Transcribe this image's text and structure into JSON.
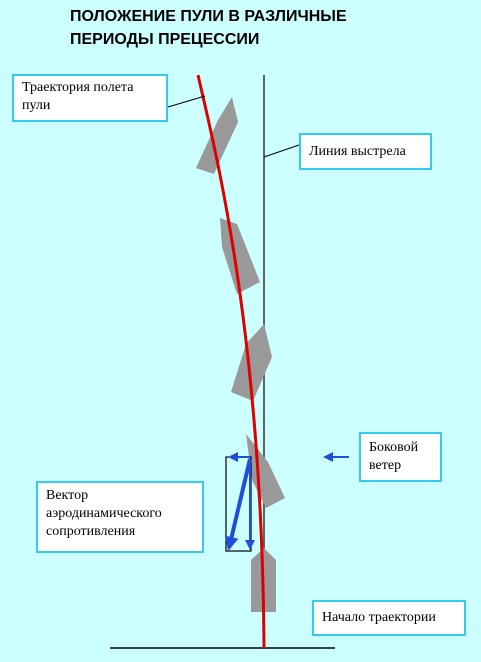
{
  "title": {
    "line1": "ПОЛОЖЕНИЕ ПУЛИ В РАЗЛИЧНЫЕ",
    "line2": "ПЕРИОДЫ ПРЕЦЕССИИ"
  },
  "labels": {
    "trajectory": {
      "line1": "Траектория полета",
      "line2": "пули"
    },
    "line_of_fire": {
      "line1": "Линия выстрела"
    },
    "crosswind": {
      "line1": "Боковой",
      "line2": "ветер"
    },
    "drag_vector": {
      "line1": "Вектор",
      "line2": "аэродинамического",
      "line3": "сопротивления"
    },
    "trajectory_start": {
      "line1": "Начало траектории"
    }
  },
  "colors": {
    "background": "#ccffff",
    "trajectory": "#dd0000",
    "bullet": "#999999",
    "vector": "#1e4fd8",
    "box_border": "#33ccee"
  }
}
